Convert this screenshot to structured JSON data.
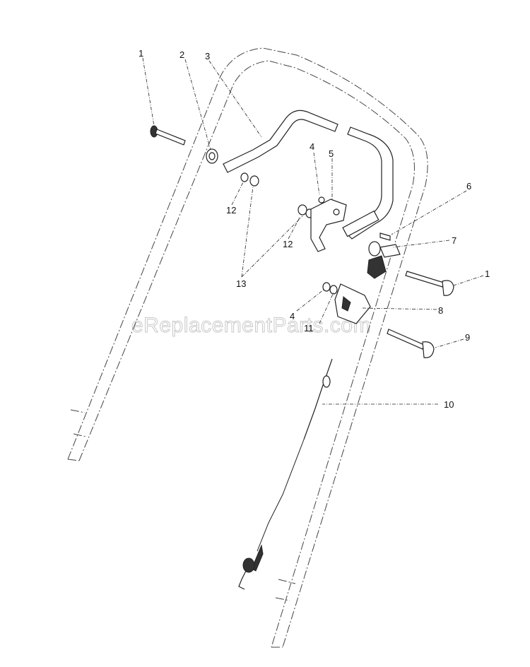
{
  "watermark": "eReplacementParts.com",
  "callouts": [
    {
      "id": "c1a",
      "text": "1"
    },
    {
      "id": "c2",
      "text": "2"
    },
    {
      "id": "c3",
      "text": "3"
    },
    {
      "id": "c4a",
      "text": "4"
    },
    {
      "id": "c5",
      "text": "5"
    },
    {
      "id": "c6",
      "text": "6"
    },
    {
      "id": "c7",
      "text": "7"
    },
    {
      "id": "c1b",
      "text": "1"
    },
    {
      "id": "c4b",
      "text": "4"
    },
    {
      "id": "c11",
      "text": "11"
    },
    {
      "id": "c8",
      "text": "8"
    },
    {
      "id": "c9",
      "text": "9"
    },
    {
      "id": "c10",
      "text": "10"
    },
    {
      "id": "c12a",
      "text": "12"
    },
    {
      "id": "c12b",
      "text": "12"
    },
    {
      "id": "c13",
      "text": "13"
    }
  ]
}
